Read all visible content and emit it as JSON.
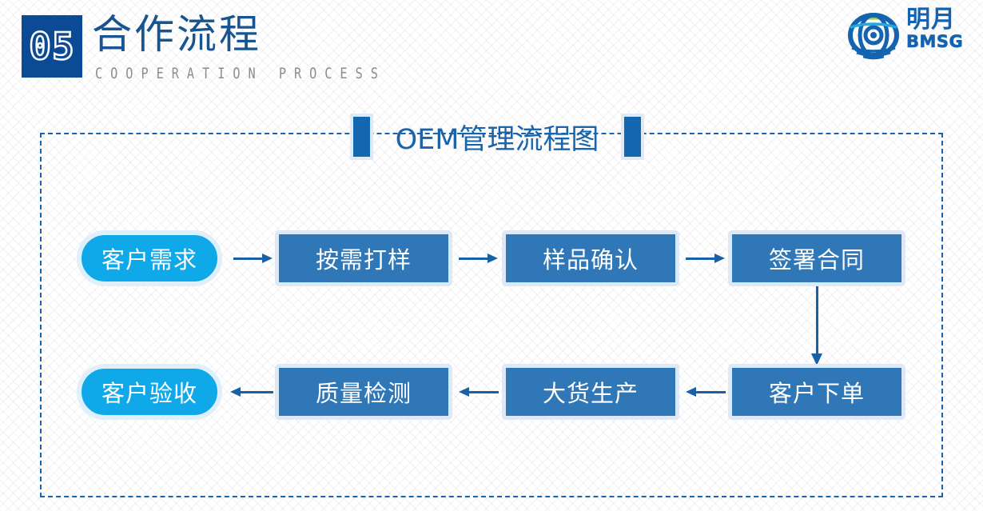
{
  "header": {
    "number": "05",
    "title": "合作流程",
    "subtitle": "COOPERATION PROCESS",
    "logo": {
      "cn": "明月",
      "en": "BMSG",
      "mark_name": "globe-waves-logo-icon"
    }
  },
  "diagram": {
    "title": "OEM管理流程图",
    "nodes": [
      {
        "id": "n1",
        "label": "客户需求",
        "shape": "pill",
        "row": 1,
        "col": 1
      },
      {
        "id": "n2",
        "label": "按需打样",
        "shape": "rect",
        "row": 1,
        "col": 2
      },
      {
        "id": "n3",
        "label": "样品确认",
        "shape": "rect",
        "row": 1,
        "col": 3
      },
      {
        "id": "n4",
        "label": "签署合同",
        "shape": "rect",
        "row": 1,
        "col": 4
      },
      {
        "id": "n5",
        "label": "客户下单",
        "shape": "rect",
        "row": 2,
        "col": 4
      },
      {
        "id": "n6",
        "label": "大货生产",
        "shape": "rect",
        "row": 2,
        "col": 3
      },
      {
        "id": "n7",
        "label": "质量检测",
        "shape": "rect",
        "row": 2,
        "col": 2
      },
      {
        "id": "n8",
        "label": "客户验收",
        "shape": "pill",
        "row": 2,
        "col": 1
      }
    ],
    "connectors": [
      {
        "from": "n1",
        "to": "n2",
        "direction": "right"
      },
      {
        "from": "n2",
        "to": "n3",
        "direction": "right"
      },
      {
        "from": "n3",
        "to": "n4",
        "direction": "right"
      },
      {
        "from": "n4",
        "to": "n5",
        "direction": "down"
      },
      {
        "from": "n5",
        "to": "n6",
        "direction": "left"
      },
      {
        "from": "n6",
        "to": "n7",
        "direction": "left"
      },
      {
        "from": "n7",
        "to": "n8",
        "direction": "left"
      }
    ]
  },
  "colors": {
    "brand_dark_blue": "#0b4b96",
    "title_blue": "#1a64ab",
    "node_rect_fill": "#3077b8",
    "node_pill_fill": "#0fa8e8",
    "node_halo": "#dde9f6",
    "arrow": "#1b5fa4",
    "frame_dash": "#1763ad",
    "subtitle_gray": "#8b8b92"
  }
}
